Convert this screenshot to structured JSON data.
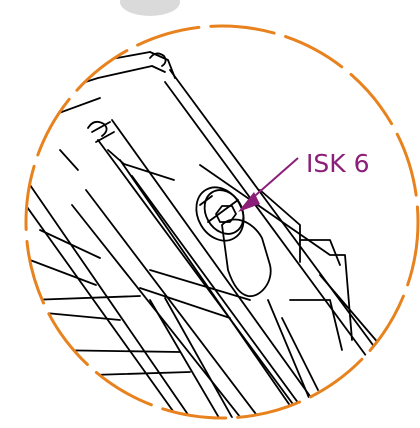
{
  "callout": {
    "label": "ISK 6",
    "color": "#8B1E78"
  },
  "colors": {
    "detail_circle": "#E8821E",
    "line_art": "#000000",
    "parent_view_marker": "#DADADA",
    "background": "#FFFFFF"
  },
  "parts": [
    {
      "name": "cap-screw-head",
      "icon": "hex-socket-screw"
    },
    {
      "name": "slotted-bracket",
      "icon": "slot"
    },
    {
      "name": "frame-profile",
      "icon": "profile-rails"
    }
  ]
}
